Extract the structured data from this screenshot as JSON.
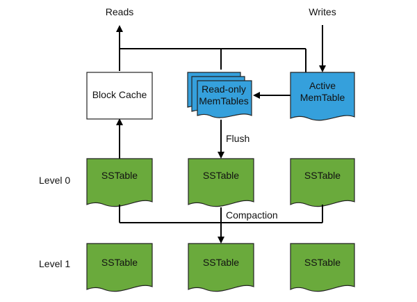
{
  "labels": {
    "reads": "Reads",
    "writes": "Writes",
    "block_cache": "Block Cache",
    "read_only_line1": "Read-only",
    "read_only_line2": "MemTables",
    "active_line1": "Active",
    "active_line2": "MemTable",
    "flush": "Flush",
    "compaction": "Compaction",
    "level0": "Level 0",
    "level1": "Level 1",
    "sstable": "SSTable"
  },
  "colors": {
    "sstable_fill": "#6aaa3c",
    "memtable_fill": "#35a0dc",
    "cache_fill": "#ffffff",
    "line": "#000000"
  }
}
